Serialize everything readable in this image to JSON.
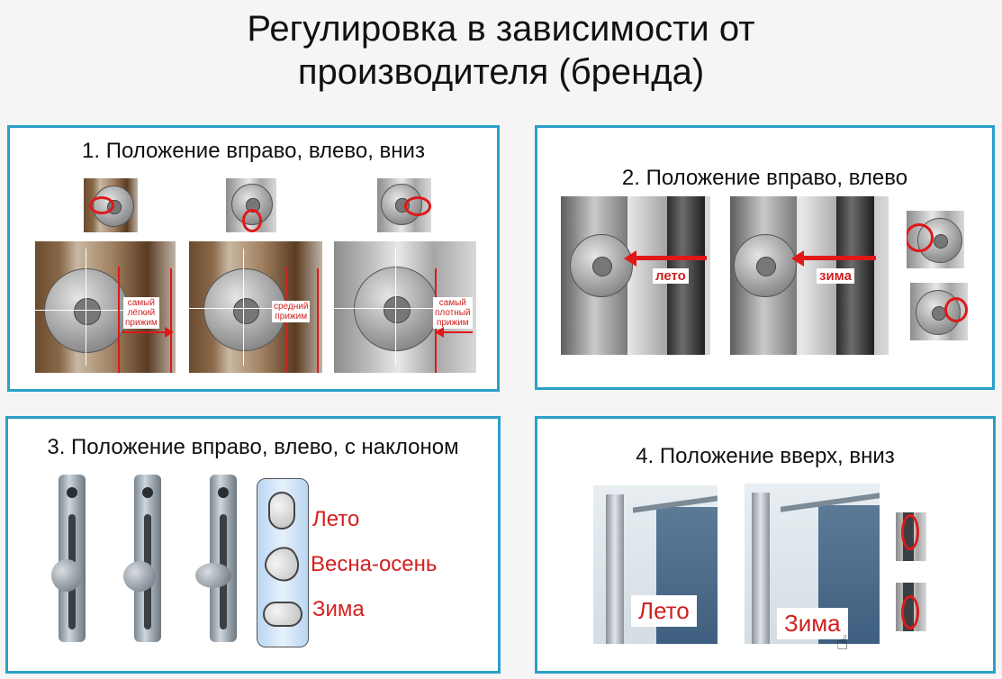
{
  "title_line1": "Регулировка в зависимости от",
  "title_line2": "производителя (бренда)",
  "panel1": {
    "title": "1. Положение вправо, влево, вниз",
    "labels": [
      [
        "самый",
        "лёгкий",
        "прижим"
      ],
      [
        "средний",
        "прижим"
      ],
      [
        "самый",
        "плотный",
        "прижим"
      ]
    ]
  },
  "panel2": {
    "title": "2. Положение вправо, влево",
    "summer": "лето",
    "winter": "зима"
  },
  "panel3": {
    "title": "3. Положение вправо, влево, с наклоном",
    "summer": "Лето",
    "spring_autumn": "Весна-осень",
    "winter": "Зима"
  },
  "panel4": {
    "title": "4. Положение вверх, вниз",
    "summer": "Лето",
    "winter": "Зима"
  },
  "colors": {
    "frame": "#2b9fc8",
    "accent": "#e01818"
  }
}
